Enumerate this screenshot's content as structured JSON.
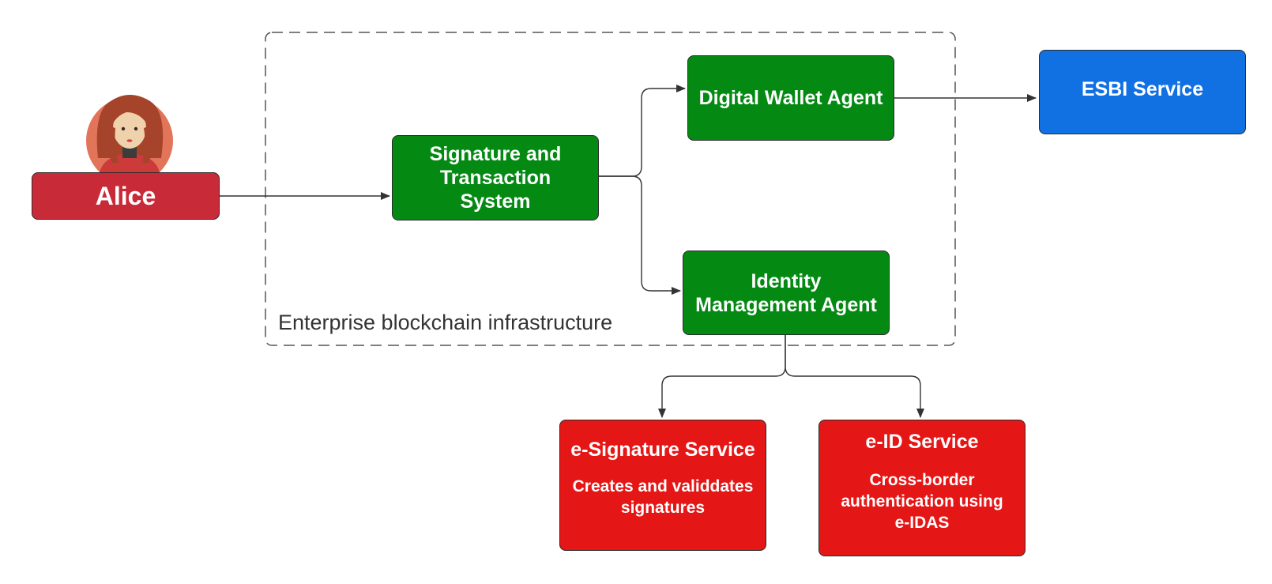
{
  "diagram": {
    "region": {
      "label": "Enterprise blockchain infrastructure"
    },
    "actor": {
      "name": "Alice",
      "icon": "female-user-avatar-icon"
    },
    "nodes": {
      "signature_system": {
        "label": "Signature and\nTransaction\nSystem",
        "color": "#048a13"
      },
      "digital_wallet": {
        "label": "Digital Wallet Agent",
        "color": "#048a13"
      },
      "identity_mgmt": {
        "label": "Identity\nManagement Agent",
        "color": "#048a13"
      },
      "esbi": {
        "label": "ESBI Service",
        "color": "#1171e3"
      },
      "esignature": {
        "title": "e-Signature Service",
        "description": "Creates and validdates\nsignatures",
        "color": "#e51616"
      },
      "eid": {
        "title": "e-ID Service",
        "description": "Cross-border\nauthentication using\ne-IDAS",
        "color": "#e51616"
      }
    },
    "actor_color": "#c82a38",
    "edges": [
      {
        "from": "Alice",
        "to": "Signature and Transaction System"
      },
      {
        "from": "Signature and Transaction System",
        "to": "Digital Wallet Agent"
      },
      {
        "from": "Signature and Transaction System",
        "to": "Identity Management Agent"
      },
      {
        "from": "Digital Wallet Agent",
        "to": "ESBI Service"
      },
      {
        "from": "Identity Management Agent",
        "to": "e-Signature Service"
      },
      {
        "from": "Identity Management Agent",
        "to": "e-ID Service"
      }
    ]
  }
}
